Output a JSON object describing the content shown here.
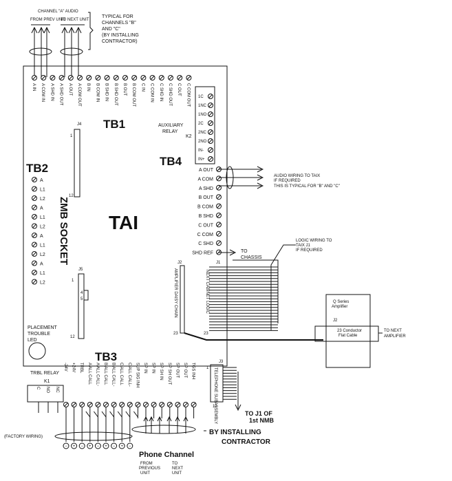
{
  "top": {
    "channel_a_audio": "CHANNEL \"A\" AUDIO",
    "from_prev_unit": "FROM PREV UNIT",
    "to_next_unit": "TO NEXT UNIT",
    "typical_note": [
      "TYPICAL FOR",
      "CHANNELS \"B\"",
      "AND \"C\"",
      "(BY INSTALLING",
      "CONTRACTOR)"
    ]
  },
  "tb1": {
    "title": "TB1",
    "terminals": [
      "A IN",
      "A COM IN",
      "A SHD IN",
      "A SHD OUT",
      "A OUT",
      "A COM OUT",
      "B IN",
      "B COM IN",
      "B SHD IN",
      "B SHD OUT",
      "B OUT",
      "B COM OUT",
      "C IN",
      "C COM IN",
      "C SHD IN",
      "C SHD OUT",
      "C OUT",
      "C COM OUT"
    ]
  },
  "aux_relay": {
    "label": [
      "AUXILIARY",
      "RELAY"
    ],
    "ref": "K2",
    "terminals": [
      "1C",
      "1NC",
      "1NO",
      "2C",
      "2NC",
      "2NO",
      "IN-",
      "IN+"
    ]
  },
  "j4": "J4",
  "tb2": {
    "title": "TB2",
    "terminals": [
      "A",
      "L1",
      "L2",
      "A",
      "L1",
      "L2",
      "A",
      "L1",
      "L2",
      "A",
      "L1",
      "L2"
    ]
  },
  "tb4": {
    "title": "TB4",
    "terminals": [
      "A OUT",
      "A COM",
      "A SHD",
      "B OUT",
      "B COM",
      "B SHD",
      "C OUT",
      "C COM",
      "C SHD",
      "SHD REF"
    ]
  },
  "audio_note": [
    "AUDIO WIRING TO TAIX",
    "IF REQUIRED",
    "THIS IS TYPICAL FOR \"B\" AND \"C\""
  ],
  "to_chassis": [
    "TO",
    "CHASSIS"
  ],
  "logic_note": [
    "LOGIC WIRING TO",
    "TAIX J1",
    "IF REQUIRED"
  ],
  "zmb_socket": "ZMB SOCKET",
  "tai": "TAI",
  "j5": "J5",
  "j2_label": "J2",
  "j1_label": "J1",
  "amp_daisy": "AMPLIFIER DAISY CHAIN",
  "next_cabinet": "NEXT CABINET LOGIC",
  "q_series": {
    "title": [
      "Q Series",
      "Amplifier"
    ],
    "j2": "J2",
    "cable": [
      "23 Conductor",
      "Flat Cable"
    ]
  },
  "to_next_amp": [
    "TO NEXT",
    "AMPLIFIER"
  ],
  "placement": [
    "PLACEMENT",
    "TROUBLE",
    "LED"
  ],
  "trbl_relay": {
    "label": "TRBL RELAY",
    "ref": "K1",
    "terminals": [
      "C",
      "NO",
      "NC"
    ]
  },
  "tb3": {
    "title": "TB3",
    "terminals": [
      "-24V",
      "+24V",
      "TRBL",
      "A ALL CALL",
      "A ALL CALL-",
      "B ALL CALL",
      "B ALL CALL-",
      "C ALL CALL",
      "C ALL CALL-",
      "SUP SIG INH",
      "SP IN",
      "SP IN",
      "SP SH IN",
      "SP SH OUT",
      "SP OUT",
      "SP OUT",
      "TGS INH"
    ]
  },
  "j3": {
    "label": "J3",
    "side_text": "TELEPHONE SUBASSEMBLY",
    "pin1": "1",
    "pin12": "12"
  },
  "to_j1": [
    "TO J1 OF",
    "1st NMB"
  ],
  "factory_wiring": "(FACTORY WIRING)",
  "by_installing": "BY INSTALLING",
  "contractor": "CONTRACTOR",
  "phone_channel": "Phone  Channel",
  "from_prev": [
    "FROM",
    "PREVIOUS",
    "UNIT"
  ],
  "to_next": [
    "TO",
    "NEXT",
    "UNIT"
  ],
  "pin_labels": {
    "one": "1",
    "twelve": "12",
    "twentythree": "23"
  }
}
